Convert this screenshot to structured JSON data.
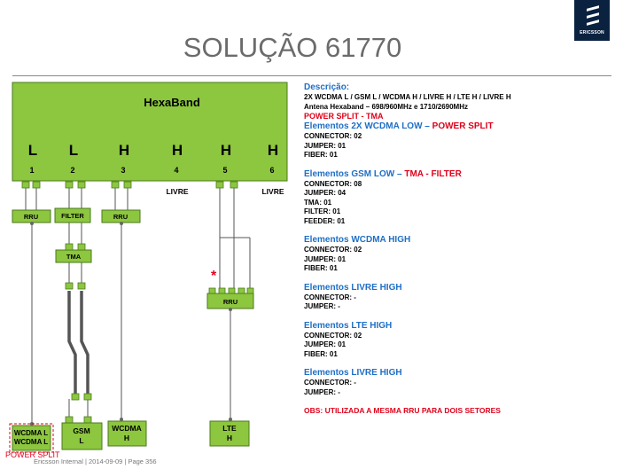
{
  "title": "SOLUÇÃO 61770",
  "logo": {
    "text": "ERICSSON"
  },
  "footer": "Ericsson Internal  |  2014-09-09  |  Page 356",
  "antenna": {
    "name": "HexaBand",
    "ports": [
      {
        "band": "L",
        "num": "1",
        "extra": ""
      },
      {
        "band": "L",
        "num": "2",
        "extra": ""
      },
      {
        "band": "H",
        "num": "3",
        "extra": ""
      },
      {
        "band": "H",
        "num": "4",
        "extra": "LIVRE"
      },
      {
        "band": "H",
        "num": "5",
        "extra": ""
      },
      {
        "band": "H",
        "num": "6",
        "extra": "LIVRE"
      }
    ]
  },
  "diagram": {
    "rru1": "RRU",
    "filter": "FILTER",
    "rru3": "RRU",
    "tma": "TMA",
    "rru5": "RRU",
    "asterisk": "*",
    "out1_line1": "WCDMA L",
    "out1_line2": "WCDMA L",
    "power_split": "POWER SPLIT",
    "out2_line1": "GSM",
    "out2_line2": "L",
    "out3_line1": "WCDMA",
    "out3_line2": "H",
    "out5_line1": "LTE",
    "out5_line2": "H"
  },
  "panel": {
    "desc_title": "Descrição:",
    "desc_line1": "2X WCDMA L / GSM L / WCDMA H / LIVRE H / LTE H / LIVRE H",
    "desc_line2": "Antena Hexaband – 698/960MHz  e  1710/2690MHz",
    "desc_red": "POWER SPLIT - TMA",
    "sections": [
      {
        "title": "Elementos 2X WCDMA LOW",
        "suffix": "POWER SPLIT",
        "lines": [
          "CONNECTOR: 02",
          "JUMPER: 01",
          "FIBER: 01"
        ]
      },
      {
        "title": "Elementos GSM LOW",
        "suffix": "TMA - FILTER",
        "lines": [
          "CONNECTOR: 08",
          "JUMPER: 04",
          "TMA: 01",
          "FILTER: 01",
          "FEEDER: 01"
        ]
      },
      {
        "title": "Elementos WCDMA HIGH",
        "suffix": "",
        "lines": [
          "CONNECTOR: 02",
          "JUMPER: 01",
          "FIBER: 01"
        ]
      },
      {
        "title": "Elementos LIVRE HIGH",
        "suffix": "",
        "lines": [
          "CONNECTOR: -",
          "JUMPER: -"
        ]
      },
      {
        "title": "Elementos LTE HIGH",
        "suffix": "",
        "lines": [
          "CONNECTOR: 02",
          "JUMPER: 01",
          "FIBER: 01"
        ]
      },
      {
        "title": "Elementos LIVRE HIGH",
        "suffix": "",
        "lines": [
          "CONNECTOR: -",
          "JUMPER: -"
        ]
      }
    ],
    "obs": "OBS: UTILIZADA A MESMA RRU PARA DOIS SETORES"
  },
  "colors": {
    "green": "#8dc63f",
    "green_border": "#4a7a1e",
    "red": "#e0001a",
    "blue": "#1f6fc5"
  }
}
